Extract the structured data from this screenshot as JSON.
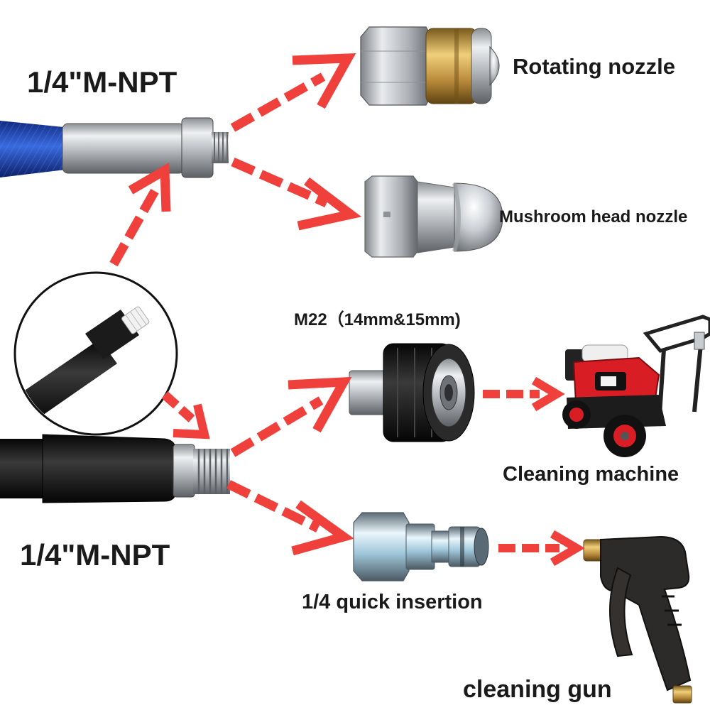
{
  "labels": {
    "top_thread": "1/4\"M-NPT",
    "bottom_thread": "1/4\"M-NPT",
    "rotating_nozzle": "Rotating nozzle",
    "mushroom_nozzle": "Mushroom head nozzle",
    "m22_spec": "M22（14mm&15mm)",
    "cleaning_machine": "Cleaning machine",
    "quick_insertion": "1/4 quick insertion",
    "cleaning_gun": "cleaning gun"
  },
  "colors": {
    "arrow": "#f0403c",
    "blue_hose": "#1f46b8",
    "black_hose": "#161616",
    "brass": "#c9a04a",
    "steel": "#c4c8cc",
    "machine_red": "#d81e24",
    "quick_coupler": "#2aa3d6"
  }
}
